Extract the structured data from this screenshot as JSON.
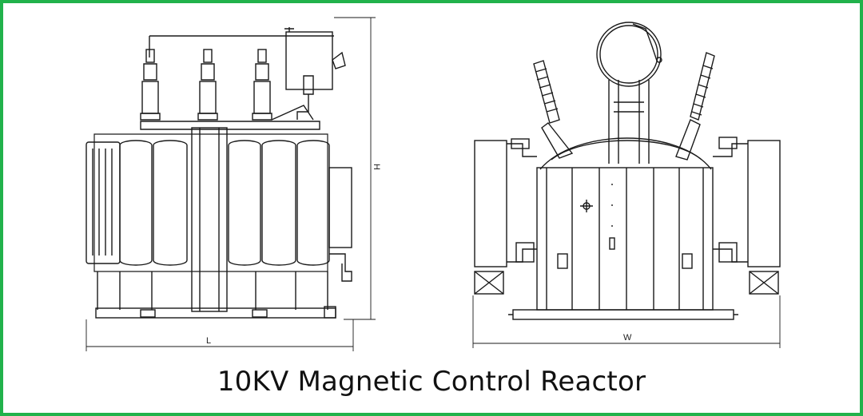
{
  "caption": "10KV Magnetic Control Reactor",
  "dimensions": {
    "height_label": "H",
    "length_label": "L",
    "width_label": "W"
  },
  "colors": {
    "border": "#21b24b",
    "line": "#1a1a1a",
    "background": "#ffffff"
  },
  "icons": [
    "crosshair-icon"
  ]
}
